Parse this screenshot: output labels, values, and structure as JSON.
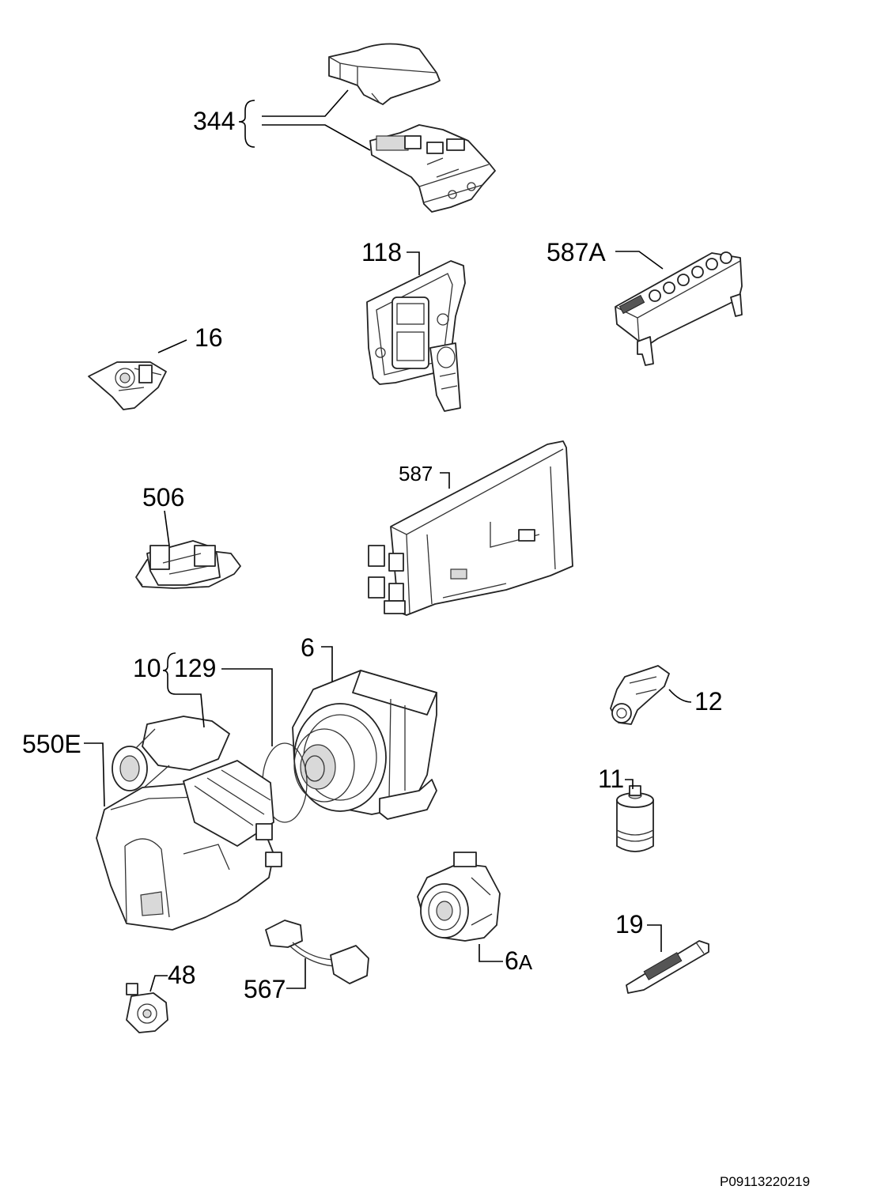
{
  "parts": [
    {
      "id": "p344",
      "label": "344"
    },
    {
      "id": "p118",
      "label": "118"
    },
    {
      "id": "p587A",
      "label": "587A"
    },
    {
      "id": "p16",
      "label": "16"
    },
    {
      "id": "p506",
      "label": "506"
    },
    {
      "id": "p587",
      "label": "587"
    },
    {
      "id": "p6",
      "label": "6"
    },
    {
      "id": "p10",
      "label": "10"
    },
    {
      "id": "p129",
      "label": "129"
    },
    {
      "id": "p550E",
      "label": "550E"
    },
    {
      "id": "p12",
      "label": "12"
    },
    {
      "id": "p11",
      "label": "11"
    },
    {
      "id": "p6A",
      "label": "6",
      "suffix": "A"
    },
    {
      "id": "p19",
      "label": "19"
    },
    {
      "id": "p48",
      "label": "48"
    },
    {
      "id": "p567",
      "label": "567"
    }
  ],
  "drawing_code": "P09113220219"
}
